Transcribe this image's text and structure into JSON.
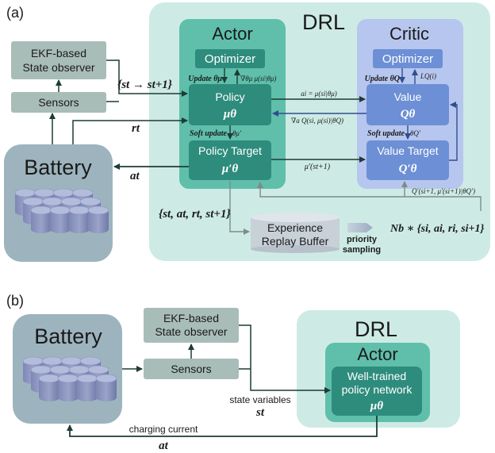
{
  "panel_a": {
    "label": "(a)",
    "drl": "DRL",
    "actor": "Actor",
    "critic": "Critic",
    "actor_optimizer": "Optimizer",
    "critic_optimizer": "Optimizer",
    "policy": "Policy",
    "policy_sym": "μθ",
    "policy_target": "Policy Target",
    "policy_target_sym": "μ′θ",
    "value": "Value",
    "value_sym": "Qθ",
    "value_target": "Value Target",
    "value_target_sym": "Q′θ",
    "ekf_line1": "EKF-based",
    "ekf_line2": "State observer",
    "sensors": "Sensors",
    "battery": "Battery",
    "replay_line1": "Experience",
    "replay_line2": "Replay Buffer",
    "priority_line1": "priority",
    "priority_line2": "sampling",
    "lbl_transition": "{st → st+1}",
    "lbl_reward": "rt",
    "lbl_action": "at",
    "lbl_update_actor": "Update θμ",
    "lbl_grad_actor": "∇θμ μ(si|θμ)",
    "lbl_soft_actor": "Soft update",
    "lbl_theta_mu_prime": "θμ′",
    "lbl_mu_si": "ai = μ(si|θμ)",
    "lbl_grad_q": "∇a Q(si, μ(si)|θQ)",
    "lbl_mu_prime": "μ′(st+1)",
    "lbl_update_critic": "Update θQ",
    "lbl_loss": "LQ(i)",
    "lbl_soft_critic": "Soft update",
    "lbl_theta_q_prime": "θQ′",
    "lbl_q_prime": "Q′(si+1, μ′(si+1)|θQ′)",
    "lbl_tuple": "{st, at, rt, st+1}",
    "lbl_minibatch": "Nb ∗ {si, ai, ri, si+1}"
  },
  "panel_b": {
    "label": "(b)",
    "battery": "Battery",
    "ekf_line1": "EKF-based",
    "ekf_line2": "State observer",
    "sensors": "Sensors",
    "drl": "DRL",
    "actor": "Actor",
    "policy_line1": "Well-trained",
    "policy_line2": "policy network",
    "policy_sym": "μθ",
    "lbl_state_vars": "state variables",
    "lbl_state_sym": "st",
    "lbl_charging": "charging current",
    "lbl_action_sym": "at"
  },
  "colors": {
    "drl_bg": "#cdebe4",
    "actor_box": "#5fbfab",
    "actor_inner": "#2e8c7d",
    "critic_box": "#b7c6ee",
    "critic_inner": "#6c8fd6",
    "gray_box": "#a9bdb8",
    "battery_box": "#9db4be",
    "arrow_dark": "#1e3b34",
    "arrow_blue": "#2f4e8f",
    "arrow_gray": "#7f8a8a"
  }
}
